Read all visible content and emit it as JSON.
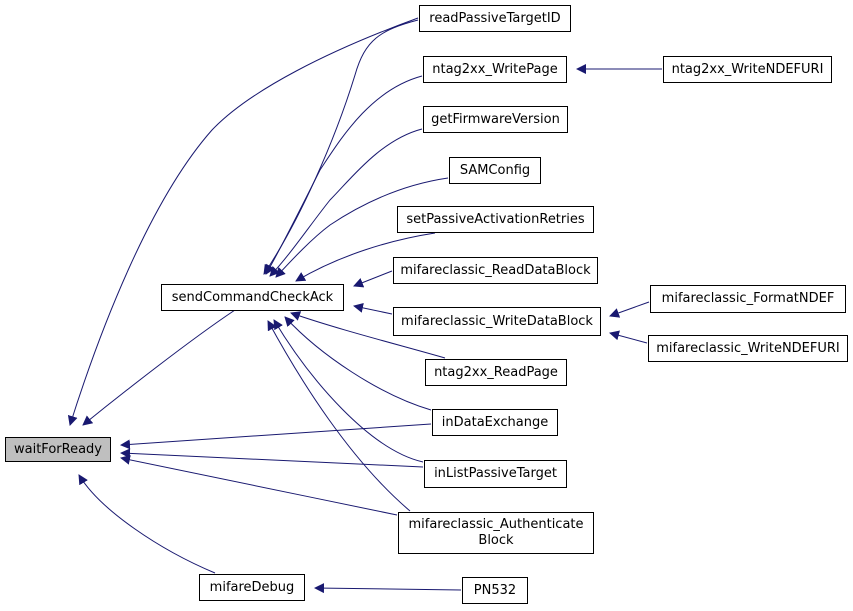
{
  "diagram": {
    "root_color": "#bfbfbf",
    "edge_color": "#191970",
    "nodes": {
      "waitForReady": "waitForReady",
      "sendCommandCheckAck": "sendCommandCheckAck",
      "mifareDebug": "mifareDebug",
      "readPassiveTargetID": "readPassiveTargetID",
      "ntag2xx_WritePage": "ntag2xx_WritePage",
      "ntag2xx_WriteNDEFURI": "ntag2xx_WriteNDEFURI",
      "getFirmwareVersion": "getFirmwareVersion",
      "SAMConfig": "SAMConfig",
      "setPassiveActivationRetries": "setPassiveActivationRetries",
      "mifareclassic_ReadDataBlock": "mifareclassic_ReadDataBlock",
      "mifareclassic_WriteDataBlock": "mifareclassic_WriteDataBlock",
      "mifareclassic_FormatNDEF": "mifareclassic_FormatNDEF",
      "mifareclassic_WriteNDEFURI": "mifareclassic_WriteNDEFURI",
      "ntag2xx_ReadPage": "ntag2xx_ReadPage",
      "inDataExchange": "inDataExchange",
      "inListPassiveTarget": "inListPassiveTarget",
      "mifareclassic_AuthenticateBlock_line1": "mifareclassic_Authenticate",
      "mifareclassic_AuthenticateBlock_line2": "Block",
      "PN532": "PN532"
    },
    "edges": [
      {
        "from": "sendCommandCheckAck",
        "to": "waitForReady"
      },
      {
        "from": "readPassiveTargetID",
        "to": "waitForReady"
      },
      {
        "from": "inDataExchange",
        "to": "waitForReady"
      },
      {
        "from": "inListPassiveTarget",
        "to": "waitForReady"
      },
      {
        "from": "mifareclassic_AuthenticateBlock",
        "to": "waitForReady"
      },
      {
        "from": "mifareDebug",
        "to": "waitForReady"
      },
      {
        "from": "readPassiveTargetID",
        "to": "sendCommandCheckAck"
      },
      {
        "from": "ntag2xx_WritePage",
        "to": "sendCommandCheckAck"
      },
      {
        "from": "getFirmwareVersion",
        "to": "sendCommandCheckAck"
      },
      {
        "from": "SAMConfig",
        "to": "sendCommandCheckAck"
      },
      {
        "from": "setPassiveActivationRetries",
        "to": "sendCommandCheckAck"
      },
      {
        "from": "mifareclassic_ReadDataBlock",
        "to": "sendCommandCheckAck"
      },
      {
        "from": "mifareclassic_WriteDataBlock",
        "to": "sendCommandCheckAck"
      },
      {
        "from": "ntag2xx_ReadPage",
        "to": "sendCommandCheckAck"
      },
      {
        "from": "inDataExchange",
        "to": "sendCommandCheckAck"
      },
      {
        "from": "inListPassiveTarget",
        "to": "sendCommandCheckAck"
      },
      {
        "from": "mifareclassic_AuthenticateBlock",
        "to": "sendCommandCheckAck"
      },
      {
        "from": "ntag2xx_WriteNDEFURI",
        "to": "ntag2xx_WritePage"
      },
      {
        "from": "mifareclassic_FormatNDEF",
        "to": "mifareclassic_WriteDataBlock"
      },
      {
        "from": "mifareclassic_WriteNDEFURI",
        "to": "mifareclassic_WriteDataBlock"
      },
      {
        "from": "PN532",
        "to": "mifareDebug"
      }
    ]
  }
}
